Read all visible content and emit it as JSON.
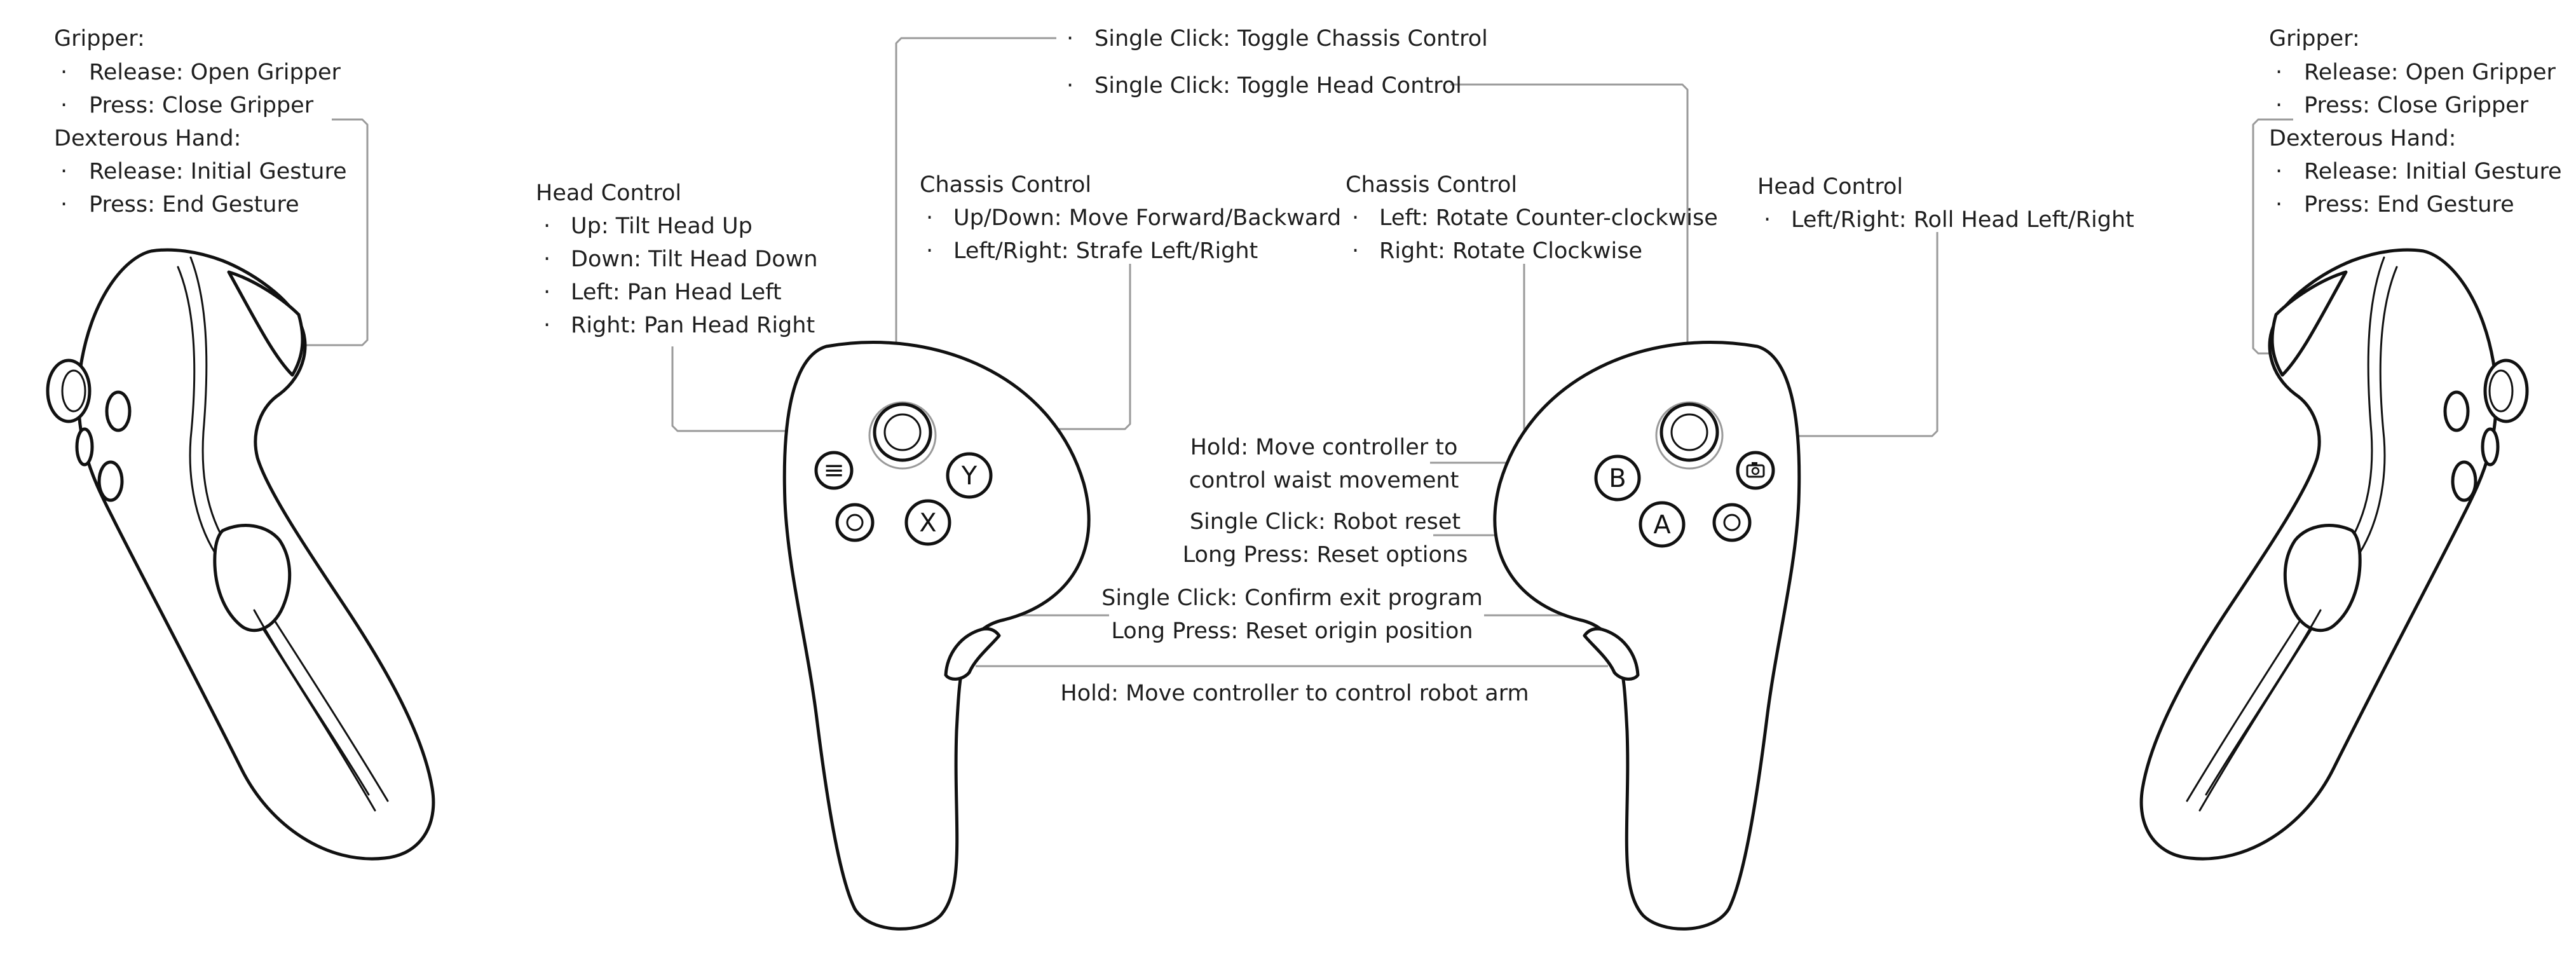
{
  "left_side": {
    "heading_gripper": "Gripper:",
    "gripper": [
      "Release: Open Gripper",
      "Press: Close Gripper"
    ],
    "heading_hand": "Dexterous Hand:",
    "hand": [
      "Release: Initial Gesture",
      "Press: End Gesture"
    ]
  },
  "right_side": {
    "heading_gripper": "Gripper:",
    "gripper": [
      "Release: Open Gripper",
      "Press: Close Gripper"
    ],
    "heading_hand": "Dexterous Hand:",
    "hand": [
      "Release: Initial Gesture",
      "Press: End Gesture"
    ]
  },
  "top": {
    "chassis_toggle": "Single Click: Toggle Chassis Control",
    "head_toggle": "Single Click: Toggle Head Control"
  },
  "left_joystick": {
    "head_title": "Head Control",
    "head_items": [
      "Up: Tilt Head Up",
      "Down: Tilt Head Down",
      "Left: Pan Head Left",
      "Right: Pan Head Right"
    ],
    "chassis_title": "Chassis Control",
    "chassis_items": [
      "Up/Down: Move Forward/Backward",
      "Left/Right: Strafe Left/Right"
    ]
  },
  "right_joystick": {
    "chassis_title": "Chassis Control",
    "chassis_items": [
      "Left: Rotate Counter-clockwise",
      "Right: Rotate Clockwise"
    ],
    "head_title": "Head Control",
    "head_items": [
      "Left/Right: Roll Head Left/Right"
    ]
  },
  "center": {
    "waist": [
      "Hold: Move controller to",
      "control waist movement"
    ],
    "reset": [
      "Single Click: Robot reset",
      "Long Press: Reset options"
    ],
    "exit": [
      "Single Click: Confirm exit program",
      "Long Press: Reset origin position"
    ],
    "arm": "Hold: Move controller to control robot arm"
  },
  "buttons": {
    "menu": "≡",
    "y": "Y",
    "x": "X",
    "b": "B",
    "a": "A"
  },
  "bullet": "·"
}
